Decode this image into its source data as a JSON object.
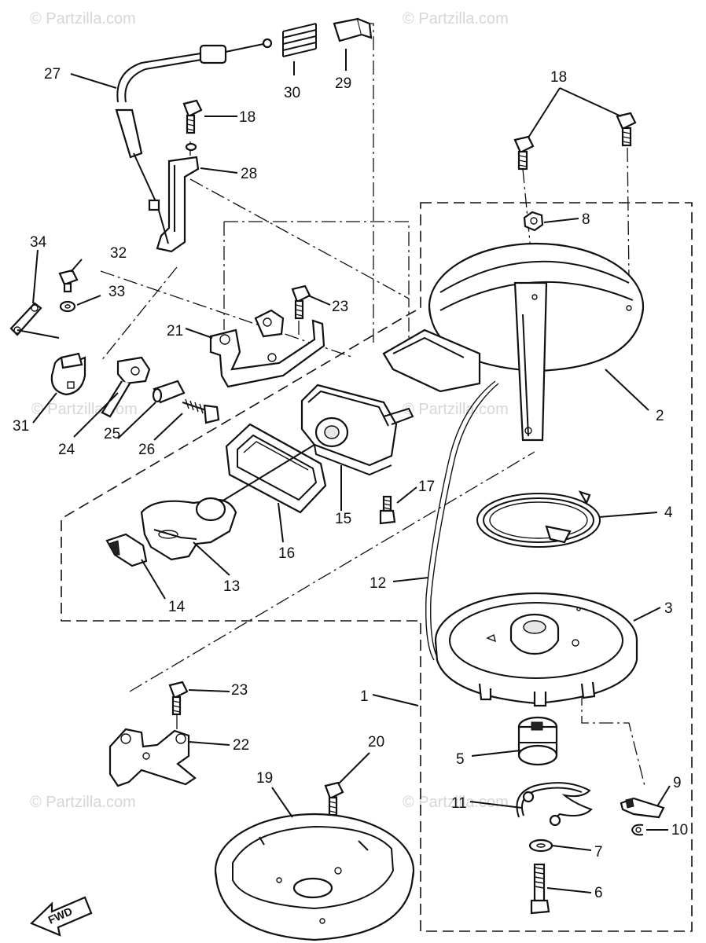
{
  "watermarks": {
    "top_left": "© Partzilla.com",
    "top_right": "© Partzilla.com",
    "mid_left": "© Partzilla.com",
    "mid_right": "© Partzilla.com",
    "bottom_left": "© Partzilla.com",
    "bottom_right": "© Partzilla.com"
  },
  "labels": {
    "p1": "1",
    "p2": "2",
    "p3": "3",
    "p4": "4",
    "p5": "5",
    "p6": "6",
    "p7": "7",
    "p8": "8",
    "p9": "9",
    "p10": "10",
    "p11": "11",
    "p12": "12",
    "p13": "13",
    "p14": "14",
    "p15": "15",
    "p16": "16",
    "p17": "17",
    "p18a": "18",
    "p18b": "18",
    "p19": "19",
    "p20": "20",
    "p21": "21",
    "p22": "22",
    "p23a": "23",
    "p23b": "23",
    "p24": "24",
    "p25": "25",
    "p26": "26",
    "p27": "27",
    "p28": "28",
    "p29": "29",
    "p30": "30",
    "p31": "31",
    "p32": "32",
    "p33": "33",
    "p34": "34"
  },
  "fwd_marker": "FWD"
}
